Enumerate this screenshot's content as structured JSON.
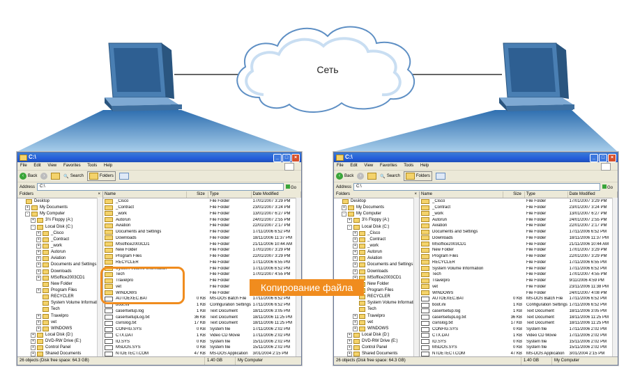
{
  "network_label": "Сеть",
  "copy_label": "Копирование файла",
  "colors": {
    "beam": "#6aa8d8",
    "accent": "#f08c1e",
    "monitor": "#3e6f9f"
  },
  "left_window": {
    "title": "C:\\",
    "menu": [
      "File",
      "Edit",
      "View",
      "Favorites",
      "Tools",
      "Help"
    ],
    "toolbar": {
      "back": "Back",
      "search": "Search",
      "folders": "Folders"
    },
    "address_label": "Address",
    "address_value": "C:\\",
    "go_label": "Go",
    "folders_header": "Folders",
    "tree": [
      {
        "indent": 0,
        "exp": "",
        "label": "Desktop"
      },
      {
        "indent": 1,
        "exp": "+",
        "label": "My Documents"
      },
      {
        "indent": 1,
        "exp": "-",
        "label": "My Computer"
      },
      {
        "indent": 2,
        "exp": "+",
        "label": "3½ Floppy (A:)"
      },
      {
        "indent": 2,
        "exp": "-",
        "label": "Local Disk (C:)"
      },
      {
        "indent": 3,
        "exp": "+",
        "label": "_Cisco"
      },
      {
        "indent": 3,
        "exp": "+",
        "label": "_Contract"
      },
      {
        "indent": 3,
        "exp": "+",
        "label": "_work"
      },
      {
        "indent": 3,
        "exp": "+",
        "label": "Autorun"
      },
      {
        "indent": 3,
        "exp": "+",
        "label": "Aviation"
      },
      {
        "indent": 3,
        "exp": "+",
        "label": "Documents and Settings"
      },
      {
        "indent": 3,
        "exp": "+",
        "label": "Downloads"
      },
      {
        "indent": 3,
        "exp": "+",
        "label": "MSoffice2003CD1"
      },
      {
        "indent": 3,
        "exp": "",
        "label": "New Folder"
      },
      {
        "indent": 3,
        "exp": "+",
        "label": "Program Files"
      },
      {
        "indent": 3,
        "exp": "",
        "label": "RECYCLER"
      },
      {
        "indent": 3,
        "exp": "",
        "label": "System Volume Information"
      },
      {
        "indent": 3,
        "exp": "",
        "label": "Tech"
      },
      {
        "indent": 3,
        "exp": "+",
        "label": "Travelpro"
      },
      {
        "indent": 3,
        "exp": "+",
        "label": "vet"
      },
      {
        "indent": 3,
        "exp": "+",
        "label": "WINDOWS"
      },
      {
        "indent": 2,
        "exp": "+",
        "label": "Local Disk (D:)"
      },
      {
        "indent": 2,
        "exp": "+",
        "label": "DVD-RW Drive (E:)"
      },
      {
        "indent": 2,
        "exp": "+",
        "label": "Control Panel"
      },
      {
        "indent": 2,
        "exp": "+",
        "label": "Shared Documents"
      }
    ],
    "columns": [
      "Name",
      "Size",
      "Type",
      "Date Modified"
    ],
    "files": [
      {
        "name": "_Cisco",
        "size": "",
        "type": "File Folder",
        "date": "17/01/2007 3:29 PM",
        "doc": false
      },
      {
        "name": "_Contract",
        "size": "",
        "type": "File Folder",
        "date": "23/01/2007 3:24 PM",
        "doc": false
      },
      {
        "name": "_work",
        "size": "",
        "type": "File Folder",
        "date": "13/01/2007 6:27 PM",
        "doc": false
      },
      {
        "name": "Autorun",
        "size": "",
        "type": "File Folder",
        "date": "24/01/2007 2:55 PM",
        "doc": false
      },
      {
        "name": "Aviation",
        "size": "",
        "type": "File Folder",
        "date": "22/01/2007 2:17 PM",
        "doc": false
      },
      {
        "name": "Documents and Settings",
        "size": "",
        "type": "File Folder",
        "date": "17/11/2006 6:52 PM",
        "doc": false
      },
      {
        "name": "Downloads",
        "size": "",
        "type": "File Folder",
        "date": "18/11/2006 11:37 PM",
        "doc": false
      },
      {
        "name": "MSoffice2003CD1",
        "size": "",
        "type": "File Folder",
        "date": "21/11/2006 10:44 AM",
        "doc": false
      },
      {
        "name": "New Folder",
        "size": "",
        "type": "File Folder",
        "date": "17/01/2007 3:29 PM",
        "doc": false
      },
      {
        "name": "Program Files",
        "size": "",
        "type": "File Folder",
        "date": "22/01/2007 3:29 PM",
        "doc": false
      },
      {
        "name": "RECYCLER",
        "size": "",
        "type": "File Folder",
        "date": "17/11/2006 6:55 PM",
        "doc": false
      },
      {
        "name": "System Volume Information",
        "size": "",
        "type": "File Folder",
        "date": "17/11/2006 6:52 PM",
        "doc": false
      },
      {
        "name": "Tech",
        "size": "",
        "type": "File Folder",
        "date": "17/01/2007 4:55 PM",
        "doc": false
      },
      {
        "name": "Travelpro",
        "size": "",
        "type": "File Folder",
        "date": "",
        "doc": false
      },
      {
        "name": "vet",
        "size": "",
        "type": "File Folder",
        "date": "",
        "doc": false
      },
      {
        "name": "WINDOWS",
        "size": "",
        "type": "File Folder",
        "date": "",
        "doc": false
      },
      {
        "name": "AUTOEXEC.BAT",
        "size": "0 KB",
        "type": "MS-DOS Batch File",
        "date": "17/11/2006 6:52 PM",
        "doc": true
      },
      {
        "name": "boot.ini",
        "size": "1 KB",
        "type": "Configuration Settings",
        "date": "17/11/2006 6:52 PM",
        "doc": true
      },
      {
        "name": "caserlsetup.log",
        "size": "1 KB",
        "type": "Text Document",
        "date": "18/11/2006 3:05 PM",
        "doc": true
      },
      {
        "name": "caserlsetupLog.txt",
        "size": "36 KB",
        "type": "Text Document",
        "date": "18/11/2006 11:25 PM",
        "doc": true
      },
      {
        "name": "csinslog.txt",
        "size": "17 KB",
        "type": "Text Document",
        "date": "18/11/2006 11:25 PM",
        "doc": true
      },
      {
        "name": "CONFIG.SYS",
        "size": "0 KB",
        "type": "System file",
        "date": "17/11/2006 2:02 PM",
        "doc": true
      },
      {
        "name": "CTX.DAT",
        "size": "1 KB",
        "type": "Video CD Movie",
        "date": "17/11/2006 2:02 PM",
        "doc": true
      },
      {
        "name": "IO.SYS",
        "size": "0 KB",
        "type": "System file",
        "date": "15/11/2006 2:02 PM",
        "doc": true
      },
      {
        "name": "MSDOS.SYS",
        "size": "0 KB",
        "type": "System file",
        "date": "15/11/2006 2:02 PM",
        "doc": true
      },
      {
        "name": "NTDETECT.COM",
        "size": "47 KB",
        "type": "MS-DOS Application",
        "date": "3/01/2004 2:15 PM",
        "doc": true
      }
    ],
    "status_left": "26 objects (Disk free space: 64.3 GB)",
    "status_size": "1.40 GB",
    "status_right": "My Computer"
  },
  "right_window": {
    "title": "C:\\",
    "menu": [
      "File",
      "Edit",
      "View",
      "Favorites",
      "Tools",
      "Help"
    ],
    "toolbar": {
      "back": "Back",
      "search": "Search",
      "folders": "Folders"
    },
    "address_label": "Address",
    "address_value": "C:\\",
    "go_label": "Go",
    "folders_header": "Folders",
    "tree": [
      {
        "indent": 0,
        "exp": "",
        "label": "Desktop"
      },
      {
        "indent": 1,
        "exp": "+",
        "label": "My Documents"
      },
      {
        "indent": 1,
        "exp": "-",
        "label": "My Computer"
      },
      {
        "indent": 2,
        "exp": "+",
        "label": "3½ Floppy (A:)"
      },
      {
        "indent": 2,
        "exp": "-",
        "label": "Local Disk (C:)"
      },
      {
        "indent": 3,
        "exp": "+",
        "label": "_Cisco"
      },
      {
        "indent": 3,
        "exp": "+",
        "label": "_Contract"
      },
      {
        "indent": 3,
        "exp": "+",
        "label": "_work"
      },
      {
        "indent": 3,
        "exp": "+",
        "label": "Autorun"
      },
      {
        "indent": 3,
        "exp": "+",
        "label": "Aviation"
      },
      {
        "indent": 3,
        "exp": "+",
        "label": "Documents and Settings"
      },
      {
        "indent": 3,
        "exp": "+",
        "label": "Downloads"
      },
      {
        "indent": 3,
        "exp": "+",
        "label": "MSoffice2003CD1"
      },
      {
        "indent": 3,
        "exp": "",
        "label": "New Folder"
      },
      {
        "indent": 3,
        "exp": "+",
        "label": "Program Files"
      },
      {
        "indent": 3,
        "exp": "",
        "label": "RECYCLER"
      },
      {
        "indent": 3,
        "exp": "",
        "label": "System Volume Information"
      },
      {
        "indent": 3,
        "exp": "",
        "label": "Tech"
      },
      {
        "indent": 3,
        "exp": "+",
        "label": "Travelpro"
      },
      {
        "indent": 3,
        "exp": "+",
        "label": "vet"
      },
      {
        "indent": 3,
        "exp": "+",
        "label": "WINDOWS"
      },
      {
        "indent": 2,
        "exp": "+",
        "label": "Local Disk (D:)"
      },
      {
        "indent": 2,
        "exp": "+",
        "label": "DVD-RW Drive (E:)"
      },
      {
        "indent": 2,
        "exp": "+",
        "label": "Control Panel"
      },
      {
        "indent": 2,
        "exp": "+",
        "label": "Shared Documents"
      }
    ],
    "columns": [
      "Name",
      "Size",
      "Type",
      "Date Modified"
    ],
    "files": [
      {
        "name": "_Cisco",
        "size": "",
        "type": "File Folder",
        "date": "17/01/2007 3:29 PM",
        "doc": false
      },
      {
        "name": "_Contract",
        "size": "",
        "type": "File Folder",
        "date": "23/01/2007 3:24 PM",
        "doc": false
      },
      {
        "name": "_work",
        "size": "",
        "type": "File Folder",
        "date": "13/01/2007 6:27 PM",
        "doc": false
      },
      {
        "name": "Autorun",
        "size": "",
        "type": "File Folder",
        "date": "24/01/2007 2:55 PM",
        "doc": false
      },
      {
        "name": "Aviation",
        "size": "",
        "type": "File Folder",
        "date": "22/01/2007 2:17 PM",
        "doc": false
      },
      {
        "name": "Documents and Settings",
        "size": "",
        "type": "File Folder",
        "date": "17/11/2006 6:52 PM",
        "doc": false
      },
      {
        "name": "Downloads",
        "size": "",
        "type": "File Folder",
        "date": "18/11/2006 11:37 PM",
        "doc": false
      },
      {
        "name": "MSoffice2003CD1",
        "size": "",
        "type": "File Folder",
        "date": "21/11/2006 10:44 AM",
        "doc": false
      },
      {
        "name": "New Folder",
        "size": "",
        "type": "File Folder",
        "date": "17/01/2007 3:29 PM",
        "doc": false
      },
      {
        "name": "Program Files",
        "size": "",
        "type": "File Folder",
        "date": "22/01/2007 3:29 PM",
        "doc": false
      },
      {
        "name": "RECYCLER",
        "size": "",
        "type": "File Folder",
        "date": "17/11/2006 6:55 PM",
        "doc": false
      },
      {
        "name": "System Volume Information",
        "size": "",
        "type": "File Folder",
        "date": "17/11/2006 6:52 PM",
        "doc": false
      },
      {
        "name": "Tech",
        "size": "",
        "type": "File Folder",
        "date": "17/01/2007 4:55 PM",
        "doc": false
      },
      {
        "name": "Travelpro",
        "size": "",
        "type": "File Folder",
        "date": "9/11/2006 4:59 PM",
        "doc": false
      },
      {
        "name": "vet",
        "size": "",
        "type": "File Folder",
        "date": "23/11/2006 11:38 PM",
        "doc": false
      },
      {
        "name": "WINDOWS",
        "size": "",
        "type": "File Folder",
        "date": "24/01/2007 4:08 PM",
        "doc": false
      },
      {
        "name": "AUTOEXEC.BAT",
        "size": "0 KB",
        "type": "MS-DOS Batch File",
        "date": "17/11/2006 6:52 PM",
        "doc": true
      },
      {
        "name": "boot.ini",
        "size": "1 KB",
        "type": "Configuration Settings",
        "date": "17/11/2006 6:52 PM",
        "doc": true
      },
      {
        "name": "caserlsetup.log",
        "size": "1 KB",
        "type": "Text Document",
        "date": "18/11/2006 3:05 PM",
        "doc": true
      },
      {
        "name": "caserlsetupLog.txt",
        "size": "36 KB",
        "type": "Text Document",
        "date": "18/11/2006 11:25 PM",
        "doc": true
      },
      {
        "name": "csinslog.txt",
        "size": "17 KB",
        "type": "Text Document",
        "date": "18/11/2006 11:25 PM",
        "doc": true
      },
      {
        "name": "CONFIG.SYS",
        "size": "0 KB",
        "type": "System file",
        "date": "17/11/2006 2:02 PM",
        "doc": true
      },
      {
        "name": "CTX.DAT",
        "size": "1 KB",
        "type": "Video CD Movie",
        "date": "17/11/2006 2:02 PM",
        "doc": true
      },
      {
        "name": "IO.SYS",
        "size": "0 KB",
        "type": "System file",
        "date": "15/11/2006 2:02 PM",
        "doc": true
      },
      {
        "name": "MSDOS.SYS",
        "size": "0 KB",
        "type": "System file",
        "date": "15/11/2006 2:02 PM",
        "doc": true
      },
      {
        "name": "NTDETECT.COM",
        "size": "47 KB",
        "type": "MS-DOS Application",
        "date": "3/01/2004 2:15 PM",
        "doc": true
      }
    ],
    "status_left": "26 objects (Disk free space: 64.3 GB)",
    "status_size": "1.40 GB",
    "status_right": "My Computer"
  }
}
